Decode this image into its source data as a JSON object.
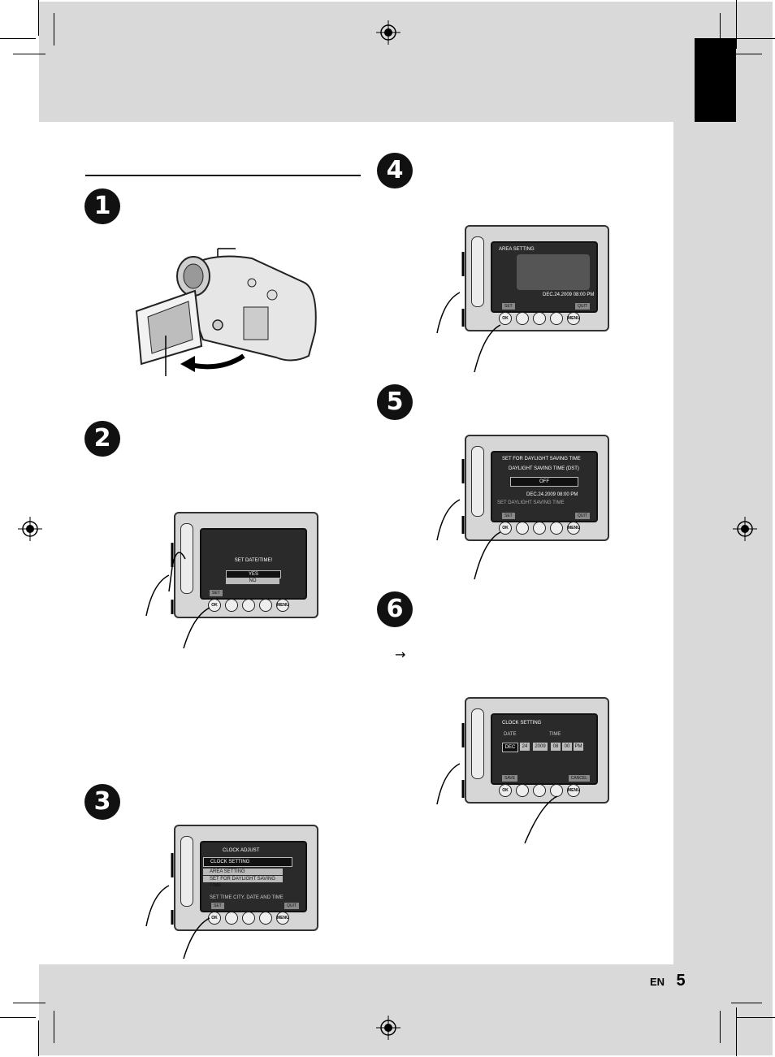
{
  "page": {
    "language": "EN",
    "number": "5"
  },
  "arrow_glyph": "→",
  "screen2": {
    "title": "SET DATE/TIME!",
    "options": [
      "YES",
      "NO"
    ],
    "footer": "SET"
  },
  "screen3": {
    "menu_title": "CLOCK ADJUST",
    "items": [
      "CLOCK SETTING",
      "AREA SETTING",
      "SET FOR DAYLIGHT SAVING TIME"
    ],
    "hint": "SET TIME CITY, DATE AND TIME",
    "footer": [
      "SET",
      "QUIT"
    ]
  },
  "screen4": {
    "title": "AREA SETTING",
    "datetime": "DEC.24.2009 08:00 PM",
    "footer": [
      "SET",
      "QUIT"
    ]
  },
  "screen5": {
    "title": "SET FOR DAYLIGHT SAVING TIME",
    "subtitle": "DAYLIGHT SAVING TIME (DST)",
    "value": "OFF",
    "datetime": "DEC.24.2009 08:00 PM",
    "hint": "SET DAYLIGHT SAVING TIME",
    "footer": [
      "SET",
      "QUIT"
    ]
  },
  "screen6": {
    "title": "CLOCK SETTING",
    "date_label": "DATE",
    "time_label": "TIME",
    "fields": [
      "DEC",
      "24",
      "2009",
      "08",
      "00",
      "PM"
    ],
    "footer": [
      "SAVE",
      "CANCEL"
    ]
  },
  "button_labels": {
    "ok": "OK",
    "menu": "MENU"
  },
  "steps": [
    "1",
    "2",
    "3",
    "4",
    "5",
    "6"
  ]
}
